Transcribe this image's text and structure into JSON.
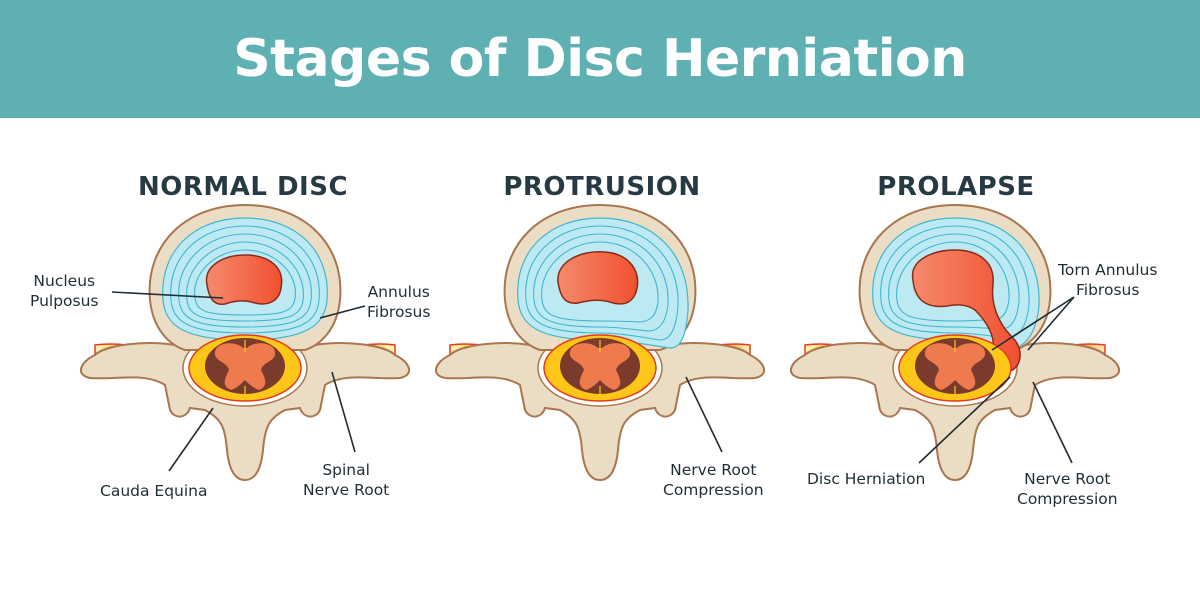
{
  "title": "Stages of Disc Herniation",
  "colors": {
    "header_bg": "#5eb0b2",
    "bone": "#ebdcc4",
    "bone_outline": "#a9764e",
    "annulus": "#bde9f2",
    "annulus_lines": "#3fb6cf",
    "nucleus": "#f26a4b",
    "nerve_yellow": "#ffcf1f",
    "nerve_red": "#e53b1c",
    "cord_dark": "#7b3b2c",
    "cord_light": "#ef7a4e"
  },
  "stages": [
    {
      "title": "NORMAL DISC",
      "labels": {
        "nucleus": [
          "Nucleus",
          "Pulposus"
        ],
        "annulus": [
          "Annulus",
          "Fibrosus"
        ],
        "cauda": "Cauda Equina",
        "nerve_root": [
          "Spinal",
          "Nerve Root"
        ]
      }
    },
    {
      "title": "PROTRUSION",
      "labels": {
        "compression": [
          "Nerve Root",
          "Compression"
        ]
      }
    },
    {
      "title": "PROLAPSE",
      "labels": {
        "torn": [
          "Torn Annulus",
          "Fibrosus"
        ],
        "herniation": "Disc Herniation",
        "compression": [
          "Nerve Root",
          "Compression"
        ]
      }
    }
  ]
}
